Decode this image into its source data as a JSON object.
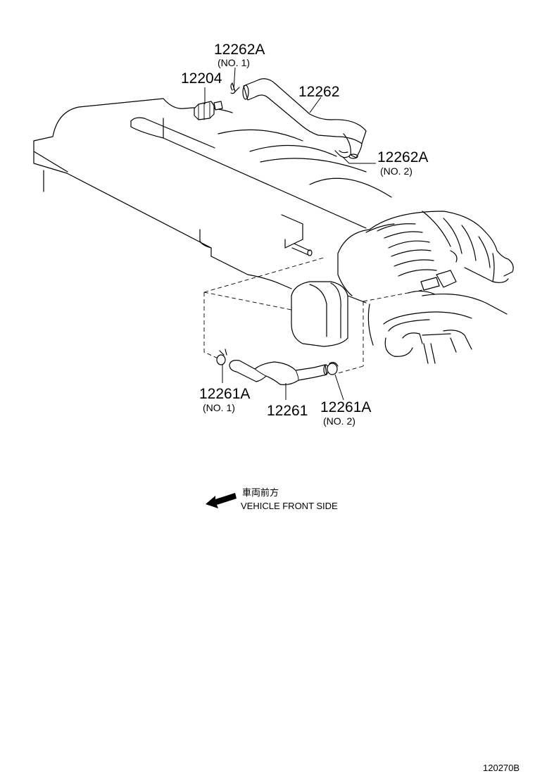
{
  "callouts": {
    "c12262A_no1": {
      "part_number": "12262A",
      "sub_label": "(NO. 1)"
    },
    "c12204": {
      "part_number": "12204"
    },
    "c12262": {
      "part_number": "12262"
    },
    "c12262A_no2": {
      "part_number": "12262A",
      "sub_label": "(NO. 2)"
    },
    "c12261A_no1": {
      "part_number": "12261A",
      "sub_label": "(NO. 1)"
    },
    "c12261": {
      "part_number": "12261"
    },
    "c12261A_no2": {
      "part_number": "12261A",
      "sub_label": "(NO. 2)"
    }
  },
  "direction_legend": {
    "japanese_text": "車両前方",
    "english_text": "VEHICLE FRONT SIDE"
  },
  "illustration_id": "120270B"
}
